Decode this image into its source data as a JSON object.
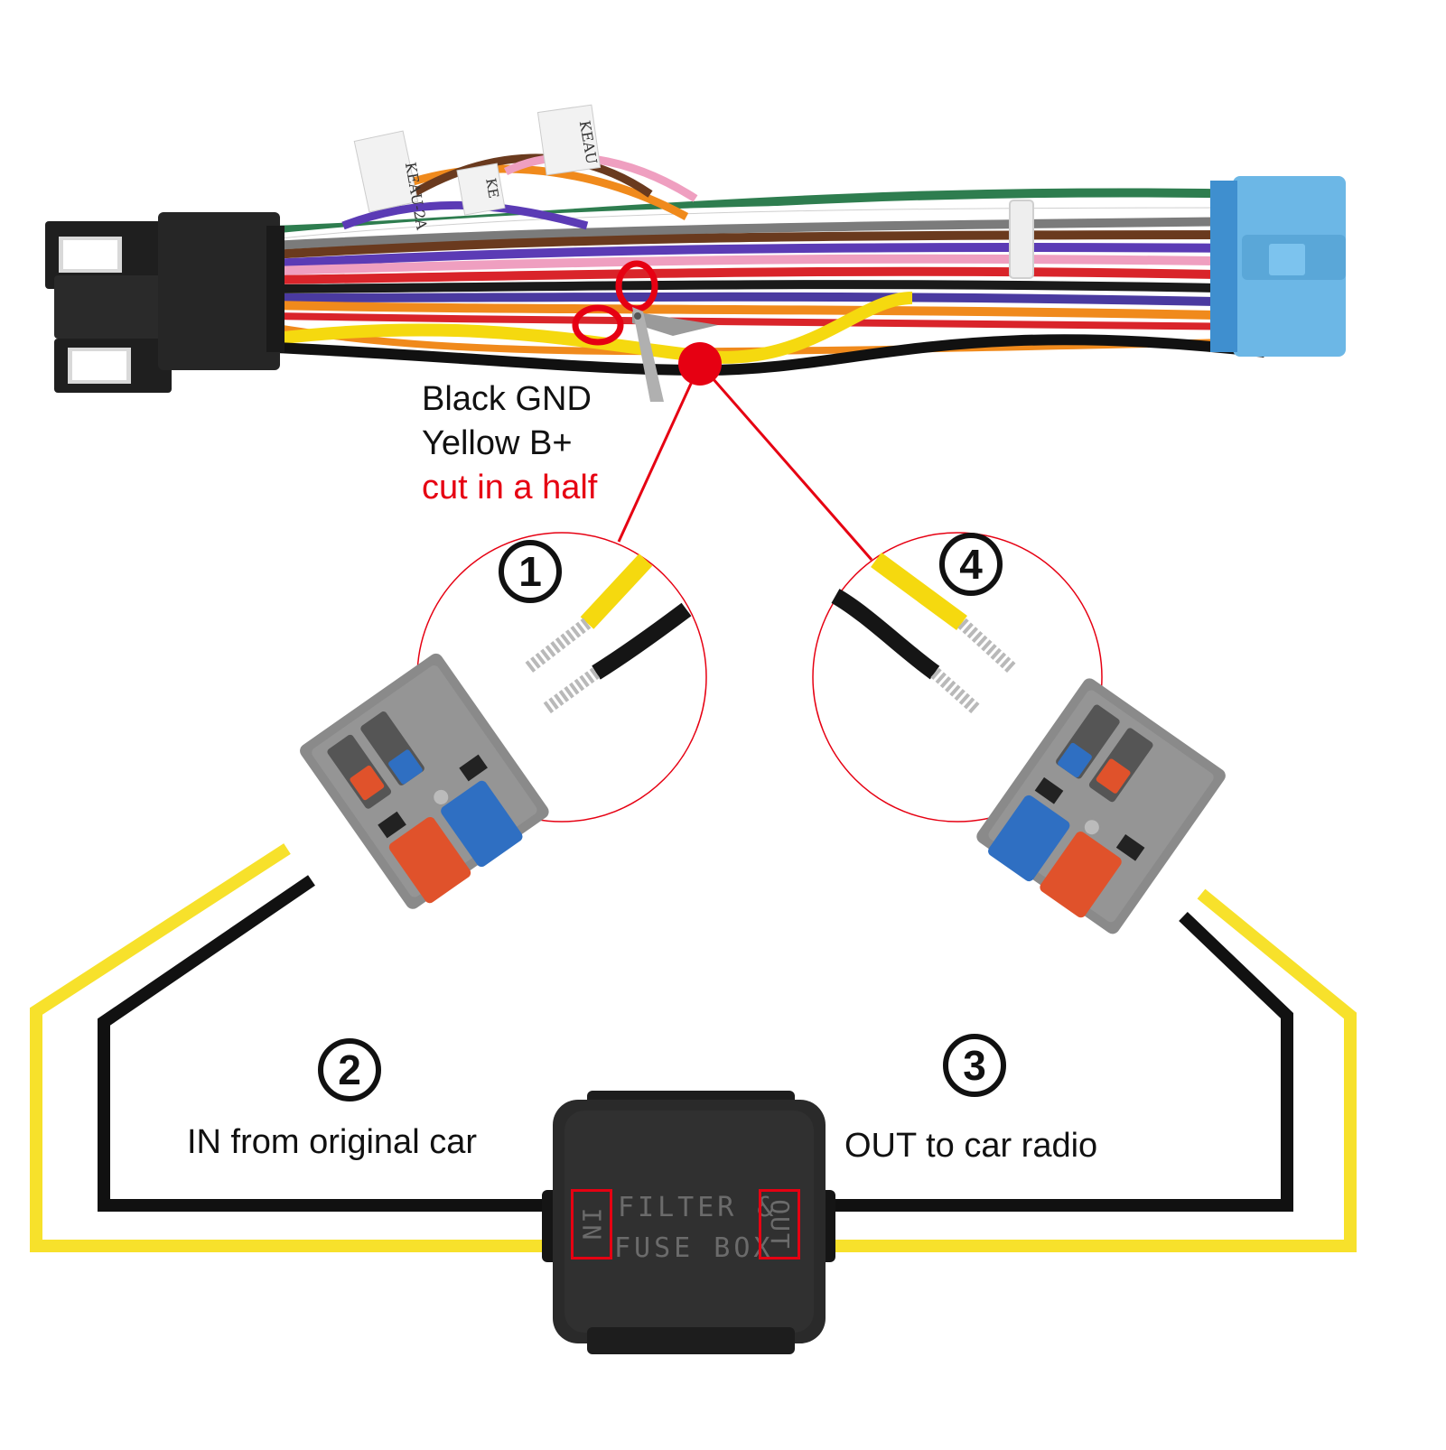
{
  "harness": {
    "wire_labels": [
      "KEAU-2A",
      "KEAU",
      "KE"
    ]
  },
  "cut_note": {
    "line1": "Black GND",
    "line2": "Yellow B+",
    "line3": "cut in a half"
  },
  "steps": {
    "s1": "1",
    "s2": "2",
    "s3": "3",
    "s4": "4"
  },
  "captions": {
    "in": "IN from original car",
    "out": "OUT to car radio"
  },
  "filter_box": {
    "line1": "FILTER &",
    "line2": "FUSE BOX",
    "in_port": "IN",
    "out_port": "OUT"
  },
  "colors": {
    "accent_red": "#e60012",
    "yellow_wire": "#f7e12b",
    "black_wire": "#111111",
    "connector_blue": "#6cb7e6",
    "connector_black": "#1f1f1f",
    "clamp_grey": "#8a8a8a",
    "lever_orange": "#e0522b",
    "lever_blue": "#2f6fc2"
  },
  "icons": [
    "scissors-icon",
    "cut-point-icon"
  ]
}
